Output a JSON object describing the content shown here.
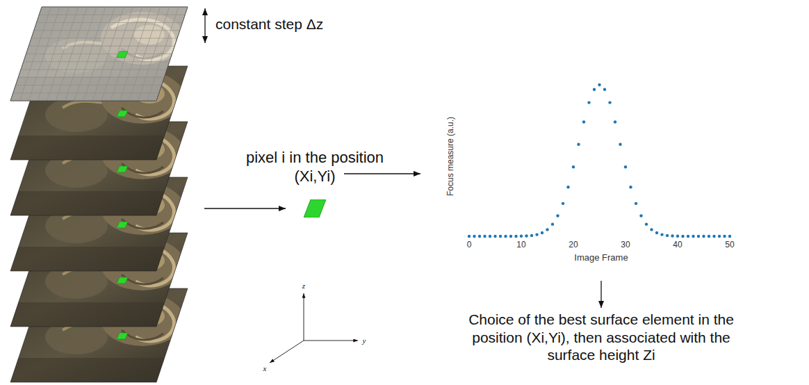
{
  "diagram": {
    "nodes": [
      {
        "text": [
          "constant step Δz"
        ]
      },
      {
        "text": [
          "pixel i in the position (Xi,Yi)"
        ]
      },
      {
        "text": [
          "Focus measure (a.u.)",
          "Image Frame"
        ]
      },
      {
        "text": [
          "Choice of the best surface element in the position (Xi,Yi), then associated with the surface height Zi"
        ]
      }
    ],
    "edges": [
      {
        "from": 0,
        "to": 1,
        "arrow": "to"
      },
      {
        "from": 1,
        "to": 2,
        "arrow": "to"
      },
      {
        "from": 2,
        "to": 3,
        "arrow": "to"
      }
    ],
    "labels": [
      "0",
      "10",
      "20",
      "30",
      "40",
      "50",
      "z",
      "y",
      "x"
    ]
  }
}
